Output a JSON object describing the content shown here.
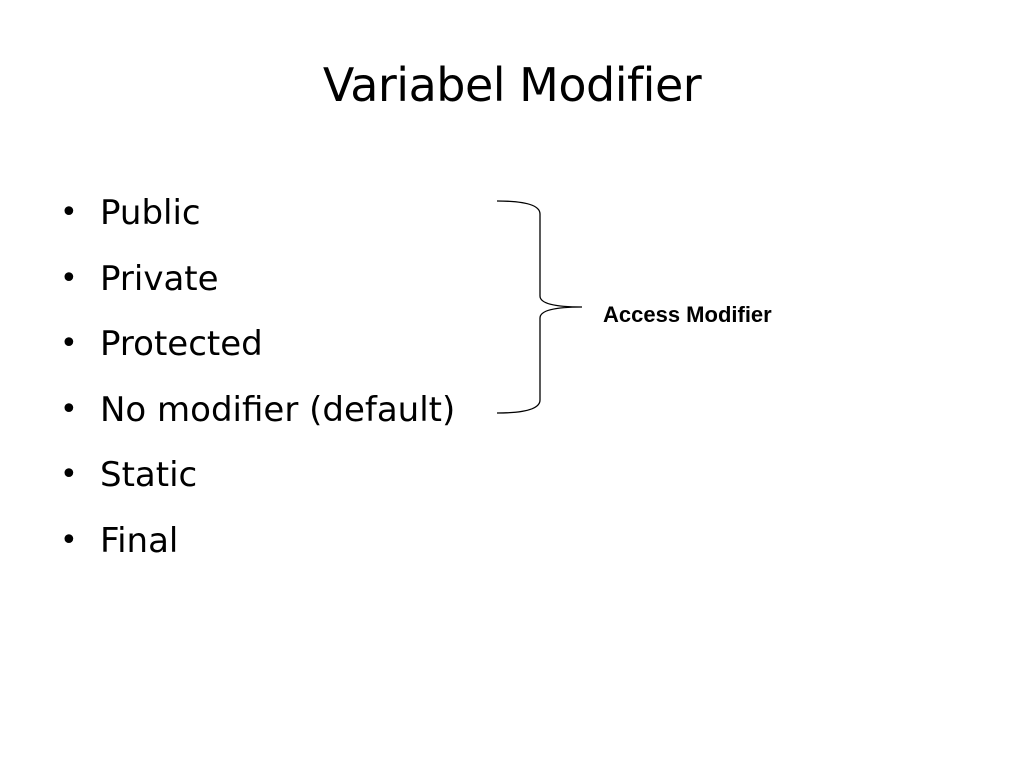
{
  "slide": {
    "title": "Variabel Modifier",
    "bullets": [
      "Public",
      "Private",
      "Protected",
      "No modifier (default)",
      "Static",
      "Final"
    ],
    "bullet_glyph": "•",
    "bracket_label": "Access Modifier"
  }
}
